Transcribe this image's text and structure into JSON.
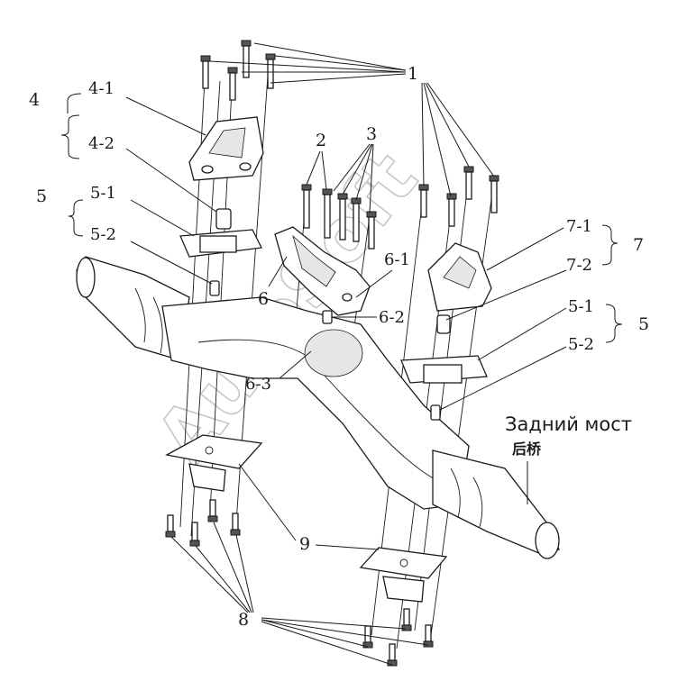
{
  "labels": {
    "l1": "1",
    "l2": "2",
    "l3": "3",
    "l4": "4",
    "l4_1": "4-1",
    "l4_2": "4-2",
    "l5a": "5",
    "l5_1a": "5-1",
    "l5_2a": "5-2",
    "l6": "6",
    "l6_1": "6-1",
    "l6_2": "6-2",
    "l6_3": "6-3",
    "l7": "7",
    "l7_1": "7-1",
    "l7_2": "7-2",
    "l5b": "5",
    "l5_1b": "5-1",
    "l5_2b": "5-2",
    "l8": "8",
    "l9": "9"
  },
  "caption": {
    "ru": "Задний мост",
    "cn": "后桥"
  },
  "watermark": "AutoSoft"
}
